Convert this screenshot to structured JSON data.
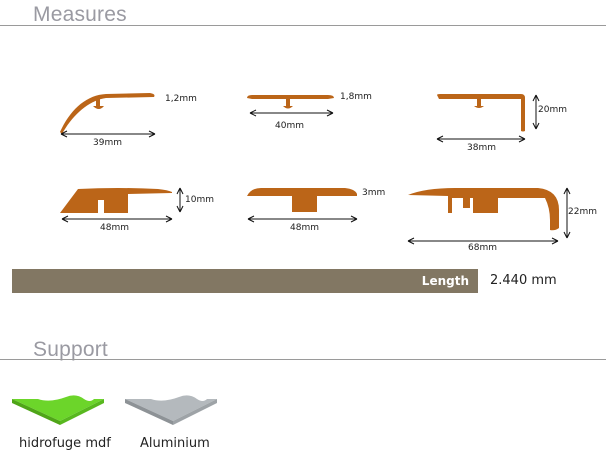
{
  "sections": {
    "measures_title": "Measures",
    "support_title": "Support"
  },
  "profiles": [
    {
      "name": "reducer",
      "width_label": "39mm",
      "thickness_label": "1,2mm"
    },
    {
      "name": "t-molding-thin",
      "width_label": "40mm",
      "thickness_label": "1,8mm"
    },
    {
      "name": "stair-nose-angle",
      "width_label": "38mm",
      "height_label": "20mm"
    },
    {
      "name": "reducer-mdf",
      "width_label": "48mm",
      "height_label": "10mm"
    },
    {
      "name": "t-molding-mdf",
      "width_label": "48mm",
      "thickness_label": "3mm"
    },
    {
      "name": "stair-nose-mdf",
      "width_label": "68mm",
      "height_label": "22mm"
    }
  ],
  "length": {
    "label": "Length",
    "value": "2.440 mm",
    "bar_color": "#827763"
  },
  "supports": [
    {
      "label": "hidrofuge mdf",
      "color": "#6cd52a"
    },
    {
      "label": "Aluminium",
      "color": "#b4b9bd"
    }
  ],
  "colors": {
    "profile": "#bb6518",
    "title": "#9a9aa2"
  }
}
